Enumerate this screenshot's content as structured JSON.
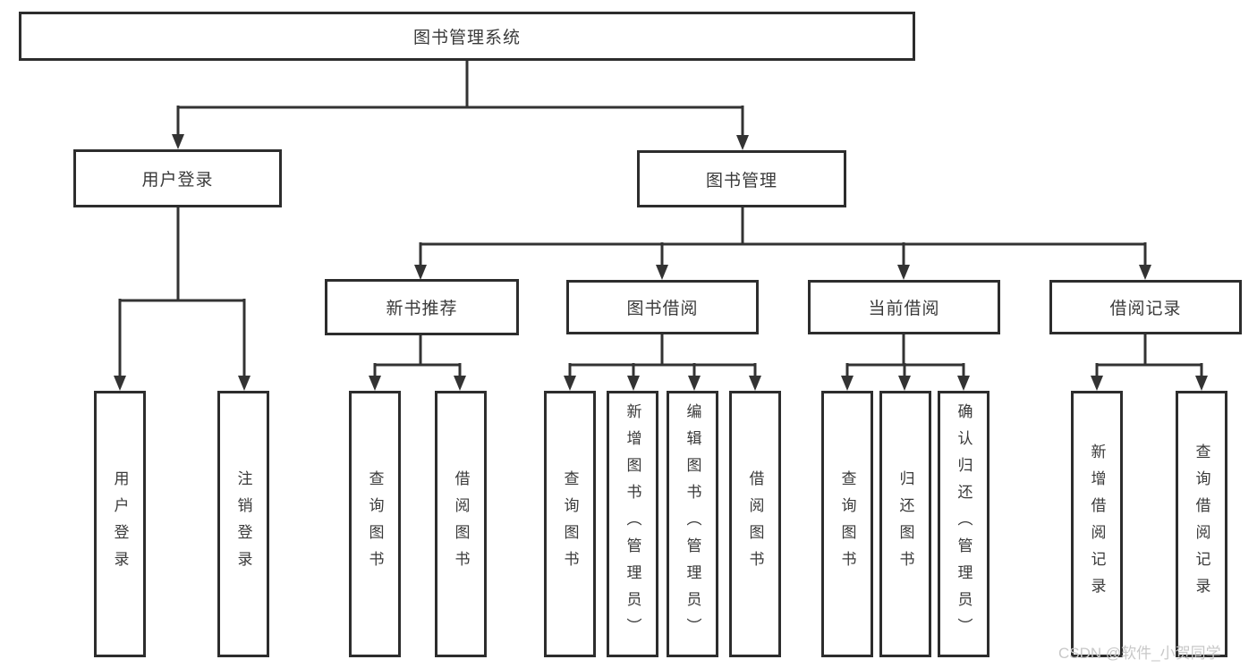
{
  "diagram": {
    "title": "图书管理系统",
    "nodes": {
      "root": {
        "label": "图书管理系统"
      },
      "l2": [
        {
          "label": "用户登录"
        },
        {
          "label": "图书管理"
        }
      ],
      "l3": [
        {
          "label": "新书推荐"
        },
        {
          "label": "图书借阅"
        },
        {
          "label": "当前借阅"
        },
        {
          "label": "借阅记录"
        }
      ],
      "leaf": [
        {
          "label": "用户登录",
          "parent": "用户登录"
        },
        {
          "label": "注销登录",
          "parent": "用户登录"
        },
        {
          "label": "查询图书",
          "parent": "新书推荐"
        },
        {
          "label": "借阅图书",
          "parent": "新书推荐"
        },
        {
          "label": "查询图书",
          "parent": "图书借阅"
        },
        {
          "label": "新增图书（管理员）",
          "parent": "图书借阅"
        },
        {
          "label": "编辑图书（管理员）",
          "parent": "图书借阅"
        },
        {
          "label": "借阅图书",
          "parent": "图书借阅"
        },
        {
          "label": "查询图书",
          "parent": "当前借阅"
        },
        {
          "label": "归还图书",
          "parent": "当前借阅"
        },
        {
          "label": "确认归还（管理员）",
          "parent": "当前借阅"
        },
        {
          "label": "新增借阅记录",
          "parent": "借阅记录"
        },
        {
          "label": "查询借阅记录",
          "parent": "借阅记录"
        }
      ]
    },
    "colors": {
      "box_border": "#2d2d2d",
      "connector_line": "#333333",
      "text": "#3a3a3a",
      "background": "#ffffff",
      "watermark": "#c8c8c8"
    }
  },
  "watermark": {
    "text": "CSDN @软件_小贺同学"
  }
}
